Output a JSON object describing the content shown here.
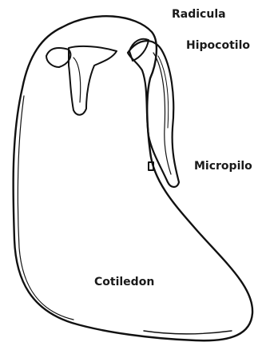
{
  "labels": {
    "radicula": "Radicula",
    "hipocotilo": "Hipocotilo",
    "micropilo": "Micropilo",
    "cotiledon": "Cotiledon"
  },
  "colors": {
    "ink": "#111111",
    "background": "#ffffff"
  }
}
